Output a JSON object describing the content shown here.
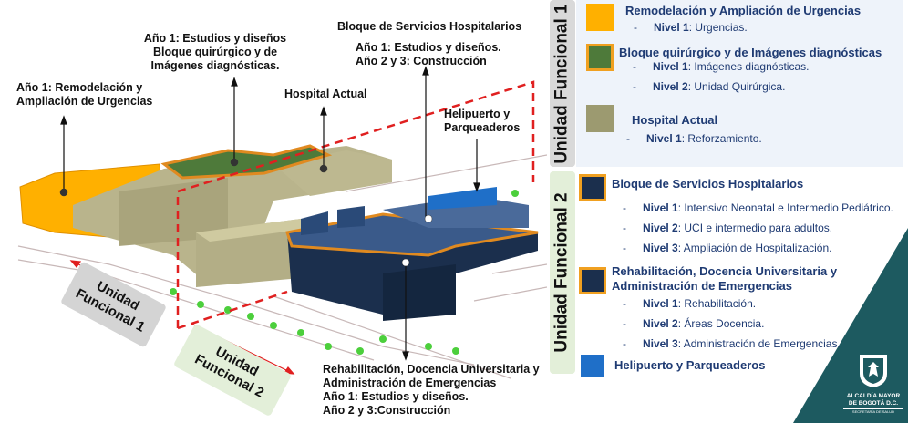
{
  "annotations": {
    "urgencias": [
      "Año 1: Remodelación y",
      "Ampliación de Urgencias"
    ],
    "quirurgico": [
      "Año 1: Estudios y diseños",
      "Bloque quirúrgico y de",
      "Imágenes diagnósticas."
    ],
    "servicios_title": "Bloque de Servicios Hospitalarios",
    "servicios": [
      "Año 1: Estudios y diseños.",
      "Año 2 y 3: Construcción"
    ],
    "hospital_actual": "Hospital Actual",
    "helipuerto": [
      "Helipuerto y",
      "Parqueaderos"
    ],
    "rehabilitacion": [
      "Rehabilitación, Docencia Universitaria y",
      "Administración de Emergencias",
      "Año 1: Estudios y diseños.",
      "Año 2 y 3:Construcción"
    ]
  },
  "map_tags": {
    "uf1": [
      "Unidad",
      "Funcional 1"
    ],
    "uf2": [
      "Unidad",
      "Funcional 2"
    ]
  },
  "legend": {
    "uf1": {
      "title": "Unidad Funcional 1",
      "groups": [
        {
          "color": "#ffb000",
          "title": "Remodelación y Ampliación de Urgencias",
          "items": [
            {
              "level": "Nivel 1",
              "text": ": Urgencias."
            }
          ]
        },
        {
          "color": "#4e7a3a",
          "border": "#f0a020",
          "title": "Bloque quirúrgico y de Imágenes diagnósticas",
          "items": [
            {
              "level": "Nivel 1",
              "text": ": Imágenes diagnósticas."
            },
            {
              "level": "Nivel 2",
              "text": ": Unidad Quirúrgica."
            }
          ]
        },
        {
          "color": "#9c9a70",
          "title": "Hospital Actual",
          "items": [
            {
              "level": "Nivel 1",
              "text": ": Reforzamiento."
            }
          ]
        }
      ]
    },
    "uf2": {
      "title": "Unidad Funcional 2",
      "groups": [
        {
          "color": "#1b2f4d",
          "border": "#f0a020",
          "title": "Bloque de Servicios Hospitalarios",
          "items": [
            {
              "level": "Nivel 1",
              "text": ": Intensivo Neonatal e Intermedio Pediátrico."
            },
            {
              "level": "Nivel 2",
              "text": ": UCI e intermedio para adultos."
            },
            {
              "level": "Nivel 3",
              "text": ": Ampliación de Hospitalización."
            }
          ]
        },
        {
          "color": "#1b2f4d",
          "border": "#f0a020",
          "title": "Rehabilitación, Docencia Universitaria y Administración de Emergencias",
          "items": [
            {
              "level": "Nivel 1",
              "text": ": Rehabilitación."
            },
            {
              "level": "Nivel 2",
              "text": ": Áreas Docencia."
            },
            {
              "level": "Nivel 3",
              "text": ": Administración de Emergencias."
            }
          ]
        },
        {
          "color": "#1f6fc8",
          "title": "Helipuerto y Parqueaderos",
          "items": []
        }
      ]
    }
  },
  "logo": {
    "line1": "ALCALDÍA MAYOR",
    "line2": "DE BOGOTÁ D.C.",
    "line3": "SECRETARÍA DE SALUD"
  },
  "colors": {
    "teal": "#1d5a60",
    "uf1_tab": "#d9d9d9",
    "uf2_tab": "#e3efd9",
    "panel": "#eef3fa",
    "text_blue": "#1f3b73"
  }
}
